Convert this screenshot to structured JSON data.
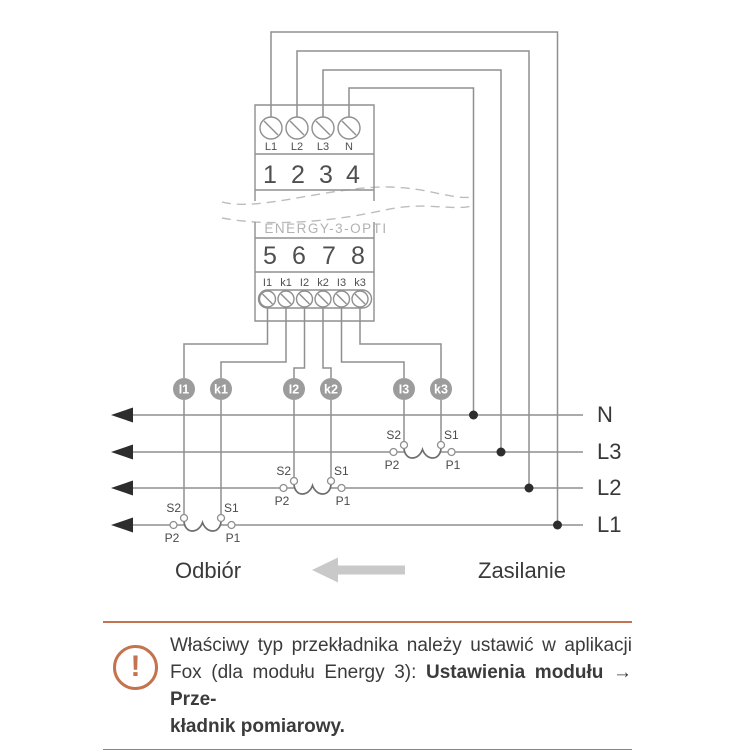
{
  "colors": {
    "accent": "#c4734e",
    "wire_gray": "#8f8f8f",
    "badge_gray": "#9c9c9c",
    "dark": "#2d2d2d"
  },
  "device": {
    "model": "ENERGY-3-OPTI",
    "top_terminal_labels": [
      "L1",
      "L2",
      "L3",
      "N"
    ],
    "top_terminal_numbers": [
      "1",
      "2",
      "3",
      "4"
    ],
    "bottom_terminal_numbers": [
      "5",
      "6",
      "7",
      "8"
    ],
    "bottom_terminal_labels": [
      "I1",
      "k1",
      "I2",
      "k2",
      "I3",
      "k3"
    ]
  },
  "wire_badges": [
    "I1",
    "k1",
    "I2",
    "k2",
    "I3",
    "k3"
  ],
  "phase_lines": [
    "N",
    "L3",
    "L2",
    "L1"
  ],
  "ct_terminals": {
    "s2": "S2",
    "s1": "S1",
    "p2": "P2",
    "p1": "P1"
  },
  "flow": {
    "load": "Odbiór",
    "supply": "Zasilanie"
  },
  "note": {
    "line1": "Właściwy typ przekładnika należy ustawić w aplikacji",
    "line2_normal": "Fox (dla modułu Energy 3):",
    "line2_bold1": "Ustawienia modułu",
    "line2_arrow": "→",
    "line2_bold2": "Prze-",
    "line3_bold": "kładnik pomiarowy.",
    "icon": "!"
  }
}
